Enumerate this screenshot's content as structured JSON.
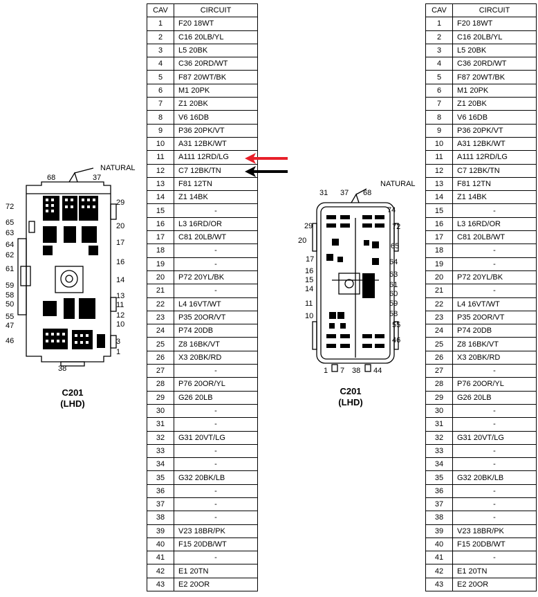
{
  "table_headers": {
    "cav": "CAV",
    "circuit": "CIRCUIT"
  },
  "rows": [
    {
      "cav": "1",
      "circuit": "F20 18WT"
    },
    {
      "cav": "2",
      "circuit": "C16  20LB/YL"
    },
    {
      "cav": "3",
      "circuit": "L5  20BK"
    },
    {
      "cav": "4",
      "circuit": "C36 20RD/WT"
    },
    {
      "cav": "5",
      "circuit": "F87  20WT/BK"
    },
    {
      "cav": "6",
      "circuit": "M1  20PK"
    },
    {
      "cav": "7",
      "circuit": "Z1 20BK"
    },
    {
      "cav": "8",
      "circuit": "V6  16DB"
    },
    {
      "cav": "9",
      "circuit": "P36 20PK/VT"
    },
    {
      "cav": "10",
      "circuit": "A31  12BK/WT"
    },
    {
      "cav": "11",
      "circuit": "A111  12RD/LG"
    },
    {
      "cav": "12",
      "circuit": "C7  12BK/TN"
    },
    {
      "cav": "13",
      "circuit": "F81 12TN"
    },
    {
      "cav": "14",
      "circuit": "Z1  14BK"
    },
    {
      "cav": "15",
      "circuit": "-"
    },
    {
      "cav": "16",
      "circuit": "L3  16RD/OR"
    },
    {
      "cav": "17",
      "circuit": "C81  20LB/WT"
    },
    {
      "cav": "18",
      "circuit": "-"
    },
    {
      "cav": "19",
      "circuit": "-"
    },
    {
      "cav": "20",
      "circuit": "P72 20YL/BK"
    },
    {
      "cav": "21",
      "circuit": "-"
    },
    {
      "cav": "22",
      "circuit": "L4  16VT/WT"
    },
    {
      "cav": "23",
      "circuit": "P35 20OR/VT"
    },
    {
      "cav": "24",
      "circuit": "P74 20DB"
    },
    {
      "cav": "25",
      "circuit": "Z8  16BK/VT"
    },
    {
      "cav": "26",
      "circuit": "X3  20BK/RD"
    },
    {
      "cav": "27",
      "circuit": "-"
    },
    {
      "cav": "28",
      "circuit": "P76 20OR/YL"
    },
    {
      "cav": "29",
      "circuit": "G26  20LB"
    },
    {
      "cav": "30",
      "circuit": "-"
    },
    {
      "cav": "31",
      "circuit": "-"
    },
    {
      "cav": "32",
      "circuit": "G31  20VT/LG"
    },
    {
      "cav": "33",
      "circuit": "-"
    },
    {
      "cav": "34",
      "circuit": "-"
    },
    {
      "cav": "35",
      "circuit": "G32  20BK/LB"
    },
    {
      "cav": "36",
      "circuit": "-"
    },
    {
      "cav": "37",
      "circuit": "-"
    },
    {
      "cav": "38",
      "circuit": "-"
    },
    {
      "cav": "39",
      "circuit": "V23  18BR/PK"
    },
    {
      "cav": "40",
      "circuit": "F15  20DB/WT"
    },
    {
      "cav": "41",
      "circuit": "-"
    },
    {
      "cav": "42",
      "circuit": "E1  20TN"
    },
    {
      "cav": "43",
      "circuit": "E2  20OR"
    }
  ],
  "arrows": {
    "red": {
      "row": "11",
      "color": "#e8202a"
    },
    "black": {
      "row": "12",
      "color": "#000000"
    }
  },
  "left_connector": {
    "natural_label": "NATURAL",
    "caption_name": "C201",
    "caption_side": "(LHD)",
    "pins": {
      "p68": "68",
      "p37": "37",
      "p72": "72",
      "p29": "29",
      "p65": "65",
      "p63": "63",
      "p20": "20",
      "p64": "64",
      "p17": "17",
      "p62": "62",
      "p16": "16",
      "p61": "61",
      "p59": "59",
      "p14": "14",
      "p58": "58",
      "p13": "13",
      "p50": "50",
      "p11": "11",
      "p12": "12",
      "p55": "55",
      "p10": "10",
      "p47": "47",
      "p46": "46",
      "p3": "3",
      "p1": "1",
      "p38": "38"
    }
  },
  "right_connector": {
    "natural_label": "NATURAL",
    "caption_name": "C201",
    "caption_side": "(LHD)",
    "pins": {
      "p31": "31",
      "p37": "37",
      "p68": "68",
      "p74": "74",
      "p29": "29",
      "p72": "72",
      "p20": "20",
      "p65": "65",
      "p17": "17",
      "p64": "64",
      "p16": "16",
      "p63": "63",
      "p15": "15",
      "p61": "61",
      "p14": "14",
      "p60": "60",
      "p59": "59",
      "p11": "11",
      "p58": "58",
      "p10": "10",
      "p55": "55",
      "p46": "46",
      "p1": "1",
      "p7": "7",
      "p38": "38",
      "p44": "44"
    }
  }
}
